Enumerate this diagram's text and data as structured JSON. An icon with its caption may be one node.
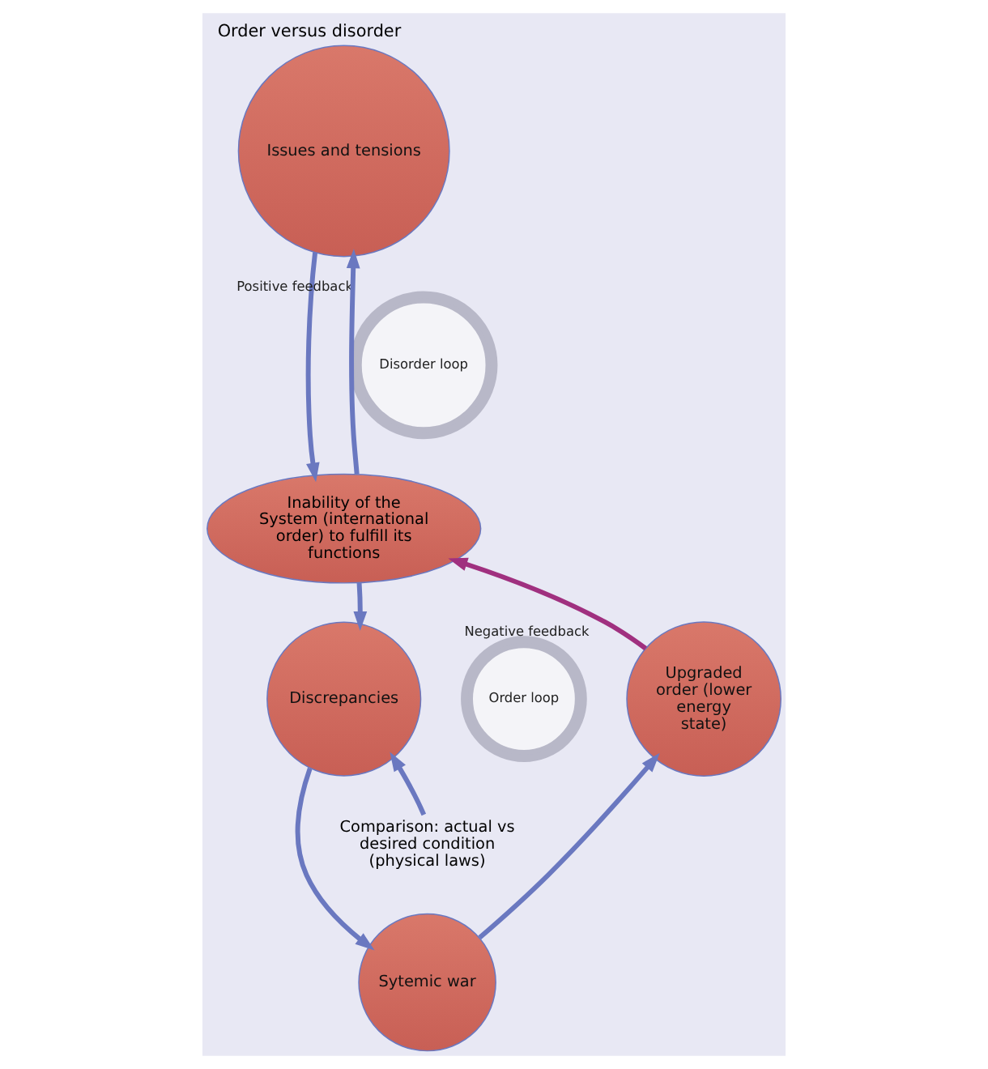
{
  "diagram": {
    "title": "Order versus disorder",
    "nodes": [
      {
        "text": [
          "Issues and tensions"
        ]
      },
      {
        "text": [
          "Inability of the System (international order) to fulfill its functions"
        ]
      },
      {
        "text": [
          "Discrepancies"
        ]
      },
      {
        "text": [
          "Sytemic war"
        ]
      },
      {
        "text": [
          "Upgraded order (lower energy state)"
        ]
      },
      {
        "text": [
          "Comparison: actual vs desired condition (physical laws)"
        ]
      },
      {
        "text": [
          "Disorder loop"
        ],
        "beside": [
          "Positive feedback"
        ]
      },
      {
        "text": [
          "Order loop"
        ],
        "beside": [
          "Negative feedback"
        ]
      }
    ],
    "edges": [
      {
        "from": 1,
        "to": 0,
        "arrow": "to"
      },
      {
        "from": 0,
        "to": 1,
        "arrow": "to"
      },
      {
        "from": 1,
        "to": 2,
        "arrow": "to"
      },
      {
        "from": 2,
        "to": 3,
        "arrow": "to"
      },
      {
        "from": 3,
        "to": 4,
        "arrow": "to"
      },
      {
        "from": 4,
        "to": 1,
        "arrow": "to",
        "color": "#a0307f"
      },
      {
        "from": 5,
        "to": 2,
        "arrow": "to"
      }
    ]
  }
}
